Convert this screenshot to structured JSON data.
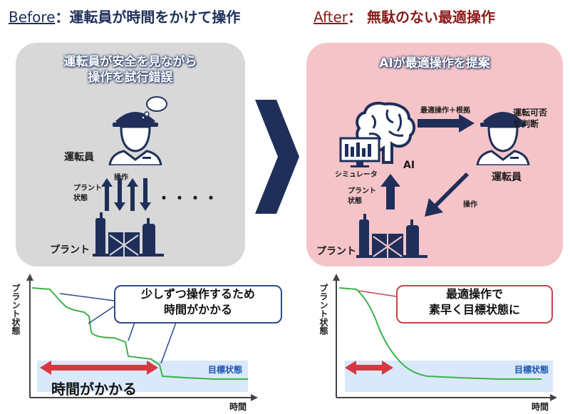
{
  "before": {
    "header_prefix": "Before",
    "header_rest": "：運転員が時間をかけて操作",
    "panel_title_line1": "運転員が安全を見ながら",
    "panel_title_line2": "操作を試行錯誤",
    "operator_label": "運転員",
    "operation_label": "操作",
    "plant_state_line1": "プラント",
    "plant_state_line2": "状態",
    "dots": "・・・・",
    "plant_label": "プラント"
  },
  "after": {
    "header_prefix": "After",
    "header_rest": "：  無駄のない最適操作",
    "panel_title": "AIが最適操作を提案",
    "proposal_label": "最適操作＋根拠",
    "judge_line1": "運転可否",
    "judge_line2": "を判断",
    "ai_label": "AI",
    "simulator_label": "シミュレータ",
    "plant_state_line1": "プラント",
    "plant_state_line2": "状態",
    "operator_label": "運転員",
    "operation_label": "操作",
    "plant_label": "プラント"
  },
  "chart_before": {
    "ylabel": "プラント状態",
    "xlabel": "時間",
    "callout_line1": "少しずつ操作するため",
    "callout_line2": "時間がかかる",
    "target_label": "目標状態",
    "duration_label": "時間がかかる",
    "line_color": "#3cb34a",
    "arrow_color": "#d9373f"
  },
  "chart_after": {
    "ylabel": "プラント状態",
    "xlabel": "時間",
    "callout_line1": "最適操作で",
    "callout_line2": "素早く目標状態に",
    "target_label": "目標状態",
    "line_color": "#3cb34a",
    "arrow_color": "#d9373f"
  },
  "colors": {
    "navy": "#1f2f5a",
    "before_panel": "#d8d8d8",
    "after_panel": "#f5c4c8",
    "target_band": "#d9e8fb",
    "dark_red": "#8b1a1a"
  }
}
